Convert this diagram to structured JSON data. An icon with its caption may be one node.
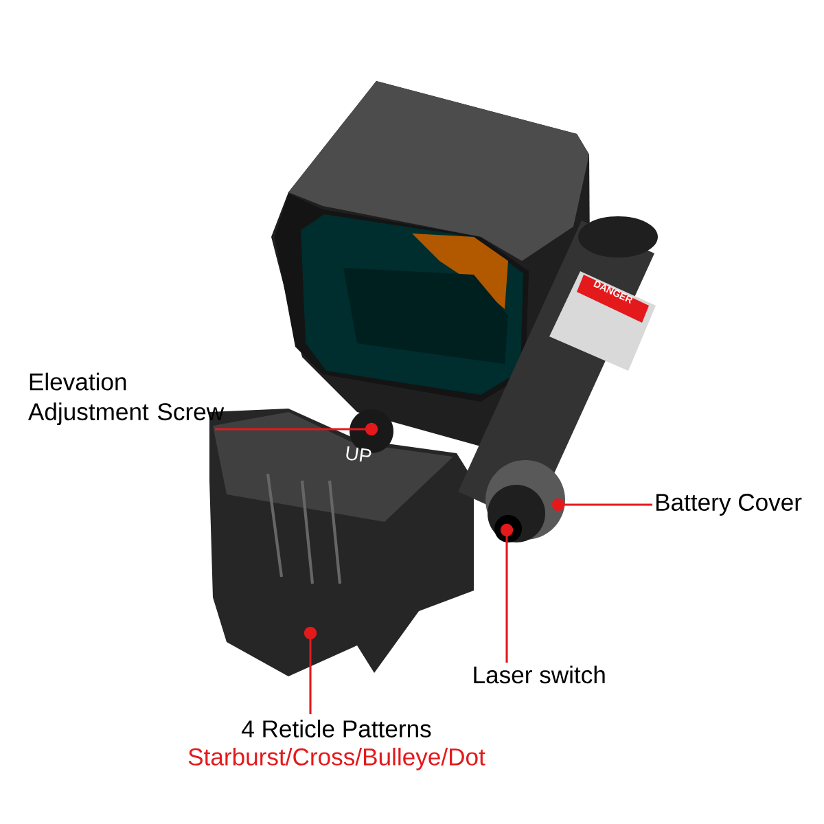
{
  "diagram": {
    "nodes": [
      {
        "text": [
          "Elevation Adjustment Screw"
        ]
      },
      {
        "text": [
          "Battery Cover"
        ]
      },
      {
        "text": [
          "Laser switch"
        ]
      },
      {
        "text": [
          "4 Reticle Patterns",
          "Starburst/Cross/Bulleye/Dot"
        ]
      },
      {
        "text": [],
        "shape": "circle"
      },
      {
        "text": [],
        "shape": "circle"
      },
      {
        "text": [],
        "shape": "circle"
      },
      {
        "text": [],
        "shape": "circle"
      }
    ],
    "edges": [
      {
        "from": 0,
        "to": 4,
        "arrow": "none"
      },
      {
        "from": 1,
        "to": 5,
        "arrow": "none"
      },
      {
        "from": 2,
        "to": 6,
        "arrow": "none"
      },
      {
        "from": 3,
        "to": 7,
        "arrow": "none"
      }
    ],
    "labels": [
      "DANGER",
      "UP"
    ]
  }
}
